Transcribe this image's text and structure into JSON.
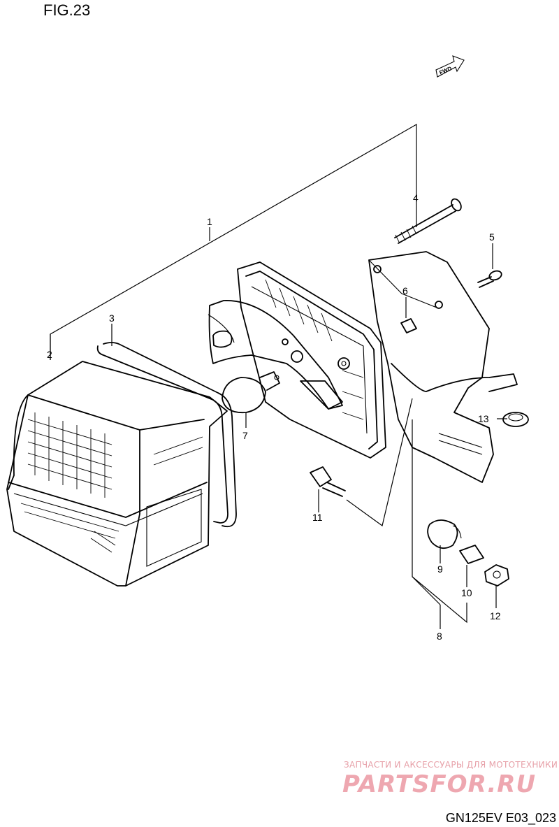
{
  "figure": {
    "title": "FIG.23",
    "code": "GN125EV E03_023"
  },
  "direction_tag": "FWD",
  "watermark": {
    "line1": "ЗАПЧАСТИ И АКСЕССУАРЫ ДЛЯ МОТОТЕХНИКИ",
    "line2": "PARTSFOR.RU"
  },
  "callouts": [
    "1",
    "2",
    "3",
    "4",
    "5",
    "6",
    "7",
    "8",
    "9",
    "10",
    "11",
    "12",
    "13"
  ],
  "parts": [
    {
      "ref": "1",
      "icon": "rear-combination-lamp-assembly-icon"
    },
    {
      "ref": "2",
      "icon": "lamp-lens-icon"
    },
    {
      "ref": "3",
      "icon": "lens-gasket-icon"
    },
    {
      "ref": "4",
      "icon": "long-screw-icon"
    },
    {
      "ref": "5",
      "icon": "screw-icon"
    },
    {
      "ref": "6",
      "icon": "spacer-icon"
    },
    {
      "ref": "7",
      "icon": "bulb-icon"
    },
    {
      "ref": "8",
      "icon": "bracket-mounting-set-icon"
    },
    {
      "ref": "9",
      "icon": "cushion-icon"
    },
    {
      "ref": "10",
      "icon": "collar-icon"
    },
    {
      "ref": "11",
      "icon": "bolt-icon"
    },
    {
      "ref": "12",
      "icon": "nut-icon"
    },
    {
      "ref": "13",
      "icon": "grommet-icon"
    }
  ]
}
